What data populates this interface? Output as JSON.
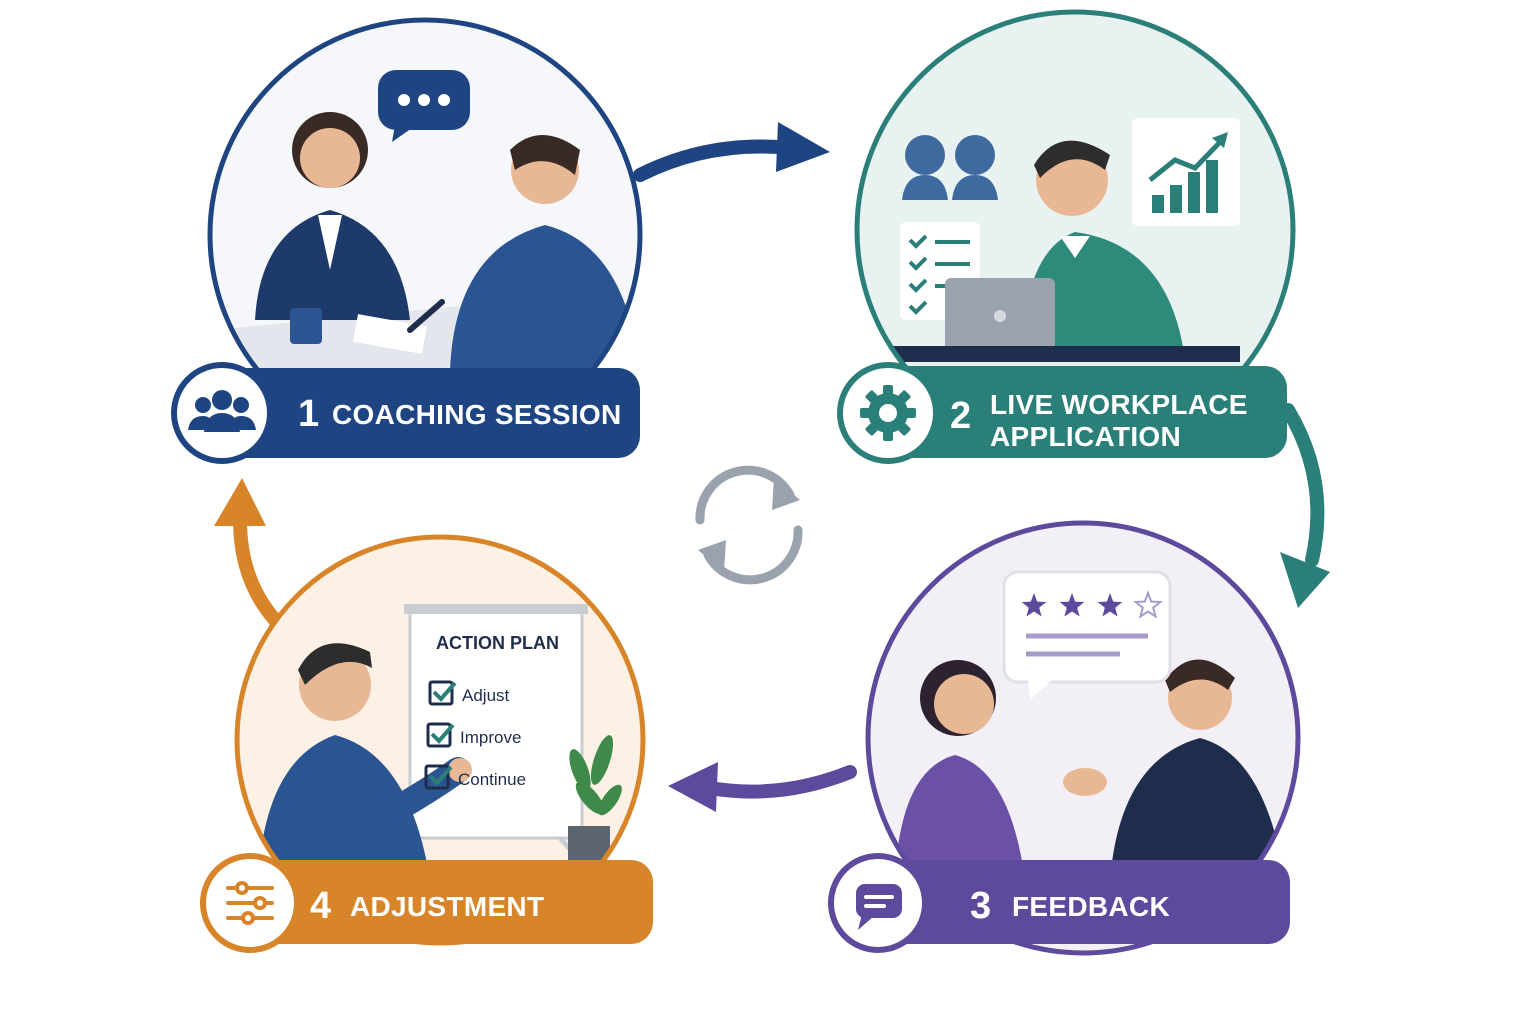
{
  "colors": {
    "coaching": "#1e4582",
    "application": "#2a7f78",
    "feedback": "#5e4a9c",
    "adjustment": "#d8852a",
    "cycle_icon": "#9aa3ad"
  },
  "steps": [
    {
      "number": "1",
      "label": "COACHING SESSION",
      "icon": "group-icon"
    },
    {
      "number": "2",
      "label_line1": "LIVE WORKPLACE",
      "label_line2": "APPLICATION",
      "icon": "gear-icon"
    },
    {
      "number": "3",
      "label": "FEEDBACK",
      "icon": "chat-icon"
    },
    {
      "number": "4",
      "label": "ADJUSTMENT",
      "icon": "sliders-icon"
    }
  ],
  "action_plan": {
    "title": "ACTION PLAN",
    "items": [
      "Adjust",
      "Improve",
      "Continue"
    ]
  },
  "feedback_rating": {
    "stars": 3,
    "max": 4
  },
  "center_icon": "refresh-cycle-icon"
}
